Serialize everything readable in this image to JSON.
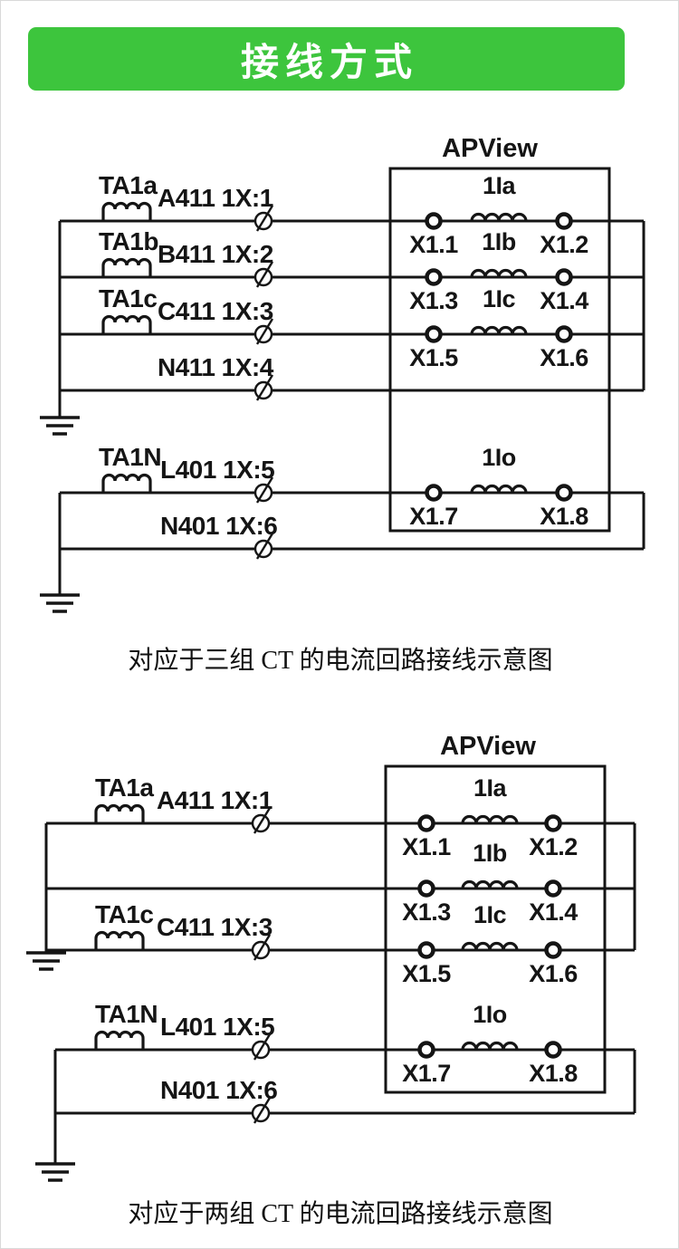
{
  "header": {
    "title": "接线方式",
    "bg_color": "#3dc53d",
    "text_color": "#ffffff"
  },
  "line_color": "#151515",
  "diagram1": {
    "device_label": "APView",
    "caption": "对应于三组 CT 的电流回路接线示意图",
    "ct_names": [
      "TA1a",
      "TA1b",
      "TA1c",
      "TA1N"
    ],
    "wire_labels": [
      "A411 1X:1",
      "B411 1X:2",
      "C411 1X:3",
      "N411 1X:4",
      "L401 1X:5",
      "N401 1X:6"
    ],
    "coil_labels": [
      "1Ia",
      "1Ib",
      "1Ic",
      "1Io"
    ],
    "terminal_labels": [
      "X1.1",
      "X1.2",
      "X1.3",
      "X1.4",
      "X1.5",
      "X1.6",
      "X1.7",
      "X1.8"
    ]
  },
  "diagram2": {
    "device_label": "APView",
    "caption": "对应于两组 CT 的电流回路接线示意图",
    "ct_names": [
      "TA1a",
      "TA1c",
      "TA1N"
    ],
    "wire_labels": [
      "A411 1X:1",
      "C411 1X:3",
      "L401 1X:5",
      "N401 1X:6"
    ],
    "coil_labels": [
      "1Ia",
      "1Ib",
      "1Ic",
      "1Io"
    ],
    "terminal_labels": [
      "X1.1",
      "X1.2",
      "X1.3",
      "X1.4",
      "X1.5",
      "X1.6",
      "X1.7",
      "X1.8"
    ]
  }
}
